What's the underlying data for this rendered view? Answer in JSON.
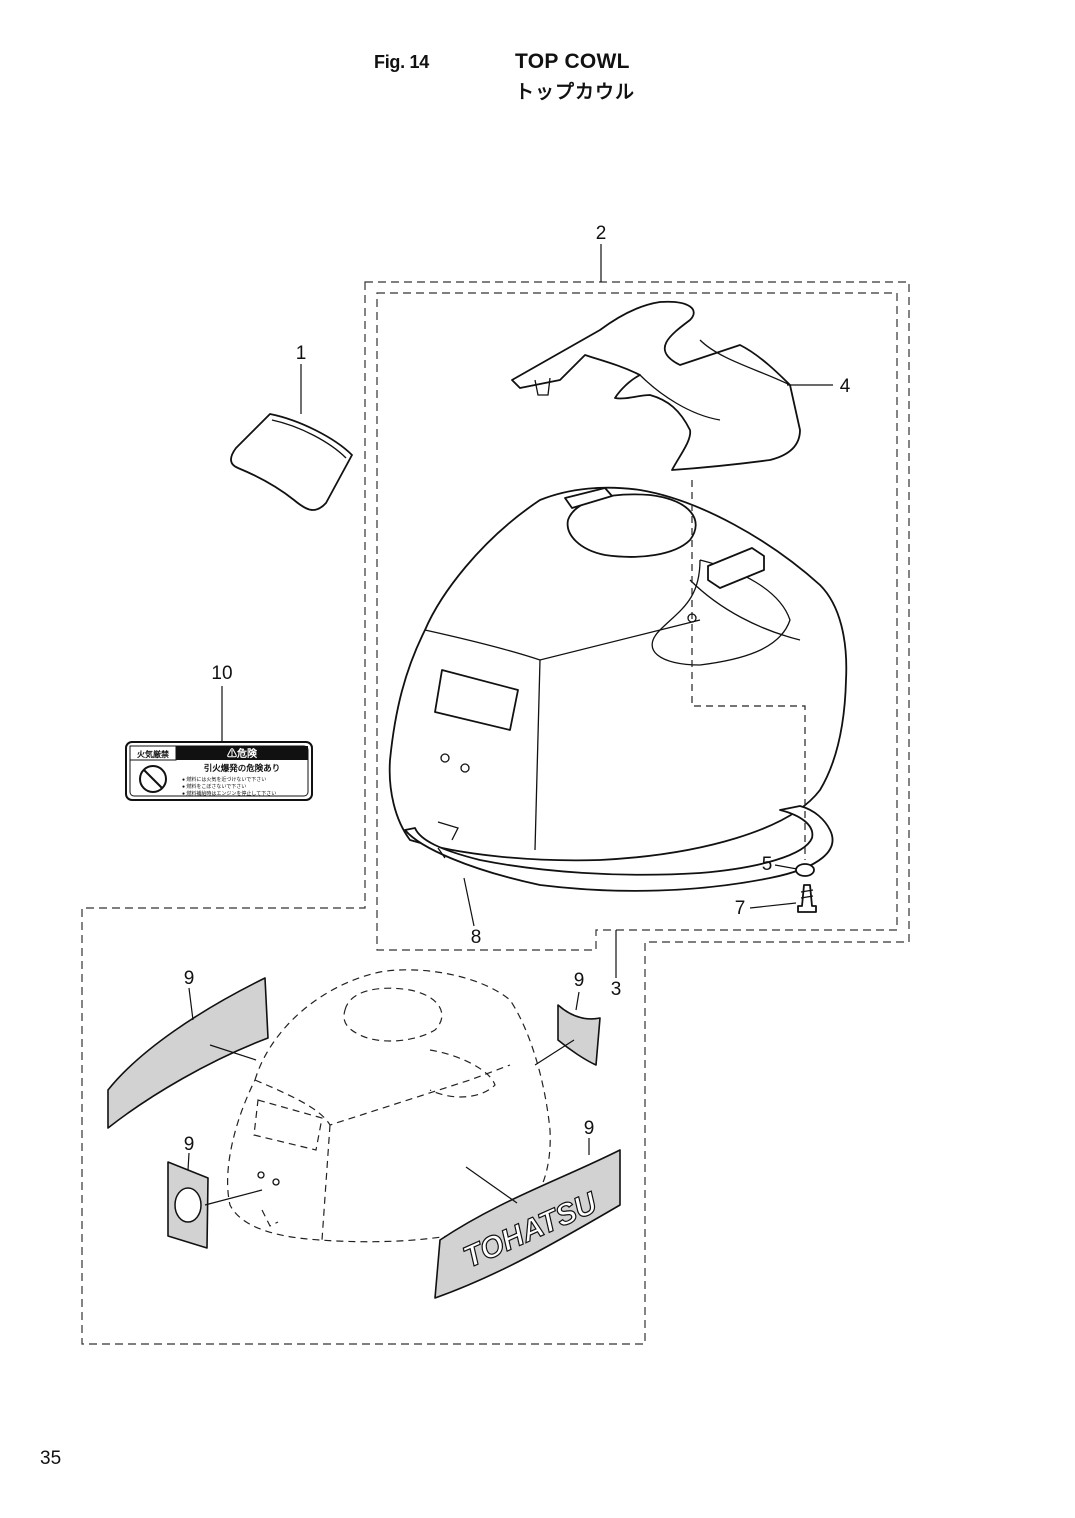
{
  "figure": {
    "number": "Fig. 14",
    "title": "TOP COWL",
    "subtitle": "トップカウル"
  },
  "callouts": [
    {
      "id": "1",
      "label": "1"
    },
    {
      "id": "2",
      "label": "2"
    },
    {
      "id": "3",
      "label": "3"
    },
    {
      "id": "4",
      "label": "4"
    },
    {
      "id": "5",
      "label": "5"
    },
    {
      "id": "7",
      "label": "7"
    },
    {
      "id": "8",
      "label": "8"
    },
    {
      "id": "9a",
      "label": "9"
    },
    {
      "id": "9b",
      "label": "9"
    },
    {
      "id": "9c",
      "label": "9"
    },
    {
      "id": "9d",
      "label": "9"
    },
    {
      "id": "10",
      "label": "10"
    }
  ],
  "warning_label": {
    "left_title": "火気厳禁",
    "right_title": "⚠危険",
    "headline": "引火爆発の危険あり",
    "lines": [
      "● 燃料には火気を近づけないで下さい",
      "● 燃料をこぼさないで下さい",
      "● 燃料補給時はエンジンを停止して下さい"
    ]
  },
  "decal_text": "TOHATSU",
  "page_number": "35"
}
